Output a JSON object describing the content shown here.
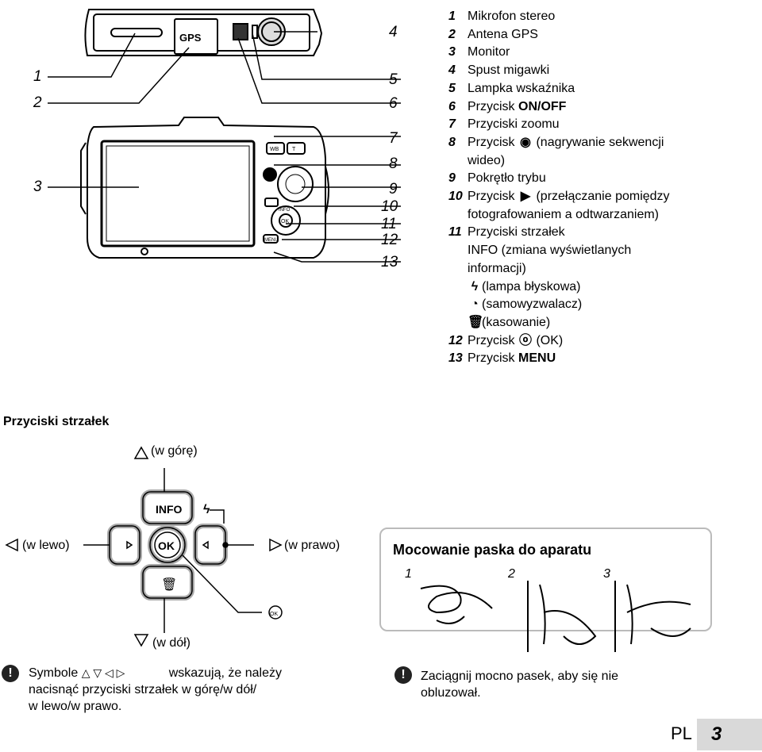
{
  "callouts_left": [
    "1",
    "2",
    "3"
  ],
  "callouts_right": [
    "4",
    "5",
    "6",
    "7",
    "8",
    "9",
    "10",
    "11",
    "12",
    "13"
  ],
  "diagram_labels": {
    "gps": "GPS",
    "wb": "WB",
    "tele": "T",
    "info": "INFO",
    "ok": "OK",
    "menu": "MENU"
  },
  "legend": [
    {
      "num": "1",
      "text": "Mikrofon stereo"
    },
    {
      "num": "2",
      "text": "Antena GPS"
    },
    {
      "num": "3",
      "text": "Monitor"
    },
    {
      "num": "4",
      "text": "Spust migawki"
    },
    {
      "num": "5",
      "text": "Lampka wskaźnika"
    },
    {
      "num": "6",
      "text": "Przycisk",
      "bold": "ON/OFF"
    },
    {
      "num": "7",
      "text": "Przyciski zoomu"
    },
    {
      "num": "8",
      "text": "Przycisk",
      "icon": "◉",
      "after": "(nagrywanie sekwencji"
    },
    {
      "cont": "wideo)"
    },
    {
      "num": "9",
      "text": "Pokrętło trybu"
    },
    {
      "num": "10",
      "text": "Przycisk",
      "icon": "▶",
      "after": "(przełączanie pomiędzy"
    },
    {
      "cont": "fotografowaniem a odtwarzaniem)"
    },
    {
      "num": "11",
      "text": "Przyciski strzałek"
    },
    {
      "cont": "INFO (zmiana wyświetlanych",
      "bold": "INFO"
    },
    {
      "cont": "informacji)"
    },
    {
      "cont": "(lampa błyskowa)",
      "icon": "ϟ"
    },
    {
      "cont": "(samowyzwalacz)",
      "icon": "◔"
    },
    {
      "cont": "(kasowanie)",
      "icon": "🗑"
    },
    {
      "num": "12",
      "text": "Przycisk",
      "icon": "ⓞ",
      "after": "(OK)"
    },
    {
      "num": "13",
      "text": "Przycisk",
      "bold": "MENU"
    }
  ],
  "arrow_section": {
    "title": "Przyciski strzałek",
    "up": "(w górę)",
    "down": "(w dół)",
    "left": "(w lewo)",
    "right": "(w prawo)"
  },
  "note_left": {
    "line1_a": "Symbole",
    "line1_b": "wskazują, że należy",
    "line2": "nacisnąć przyciski strzałek w górę/w dół/",
    "line3": "w lewo/w prawo."
  },
  "strap": {
    "title": "Mocowanie paska do aparatu",
    "steps": [
      "1",
      "2",
      "3"
    ],
    "note_line1": "Zaciągnij mocno pasek, aby się nie",
    "note_line2": "obluzował."
  },
  "footer": {
    "lang": "PL",
    "page": "3"
  }
}
